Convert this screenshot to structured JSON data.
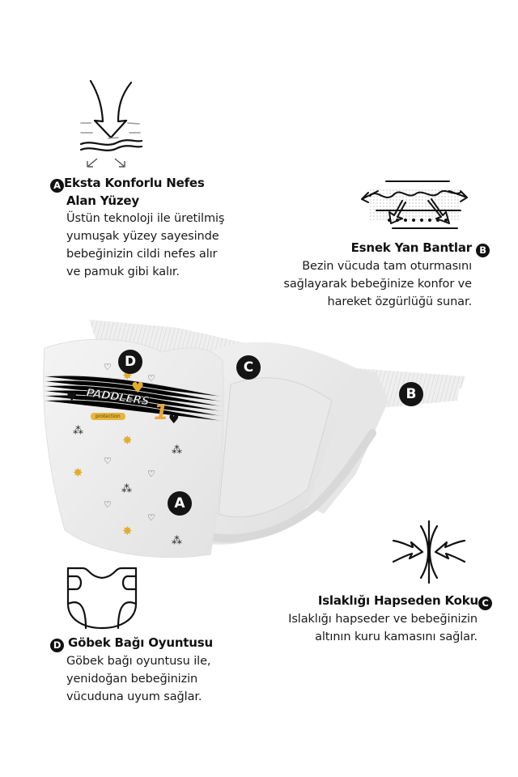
{
  "features": {
    "a": {
      "badge": "A",
      "title_line1": "Eksta Konforlu Nefes",
      "title_line2": "Alan Yüzey",
      "desc": [
        "Üstün teknoloji ile üretilmiş",
        "yumuşak yüzey sayesinde",
        "bebeğinizin cildi nefes alır",
        "ve pamuk gibi kalır."
      ],
      "icon": "breathable-surface-icon"
    },
    "b": {
      "badge": "B",
      "title": "Esnek Yan Bantlar",
      "desc": [
        "Bezin vücuda tam oturmasını",
        "sağlayarak bebeğinize konfor ve",
        "hareket özgürlüğü sunar."
      ],
      "icon": "elastic-side-bands-icon"
    },
    "c": {
      "badge": "C",
      "title": "Islaklığı Hapseden Koku",
      "desc": [
        "Islaklığı hapseder ve  bebeğinizin",
        "altının kuru kamasını sağlar."
      ],
      "icon": "moisture-lock-icon"
    },
    "d": {
      "badge": "D",
      "title": "Göbek Bağı Oyuntusu",
      "desc": [
        "Göbek bağı oyuntusu ile,",
        "yenidoğan bebeğinizin",
        "vücuduna uyum sağlar."
      ],
      "icon": "diaper-umbilical-cutout-icon"
    }
  },
  "product": {
    "brand": "PADDLERS",
    "sub": "protection",
    "size": "1",
    "markers": [
      "A",
      "B",
      "C",
      "D"
    ],
    "accent_color": "#e3ad2c"
  }
}
